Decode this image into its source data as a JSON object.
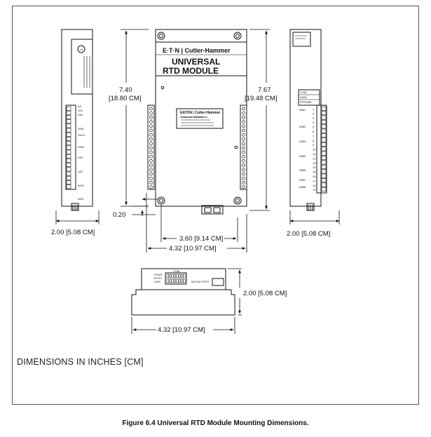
{
  "figure": {
    "caption": "Figure 6.4  Universal RTD Module Mounting Dimensions.",
    "units_note": "DIMENSIONS IN INCHES [CM]"
  },
  "front_view": {
    "brand": "E·T·N  |  Cutler-Hammer",
    "title_line1": "UNIVERSAL",
    "title_line2": "RTD MODULE",
    "label_line1": "EATON  |  Cutler-Hammer",
    "label_line2": "Customer Satisfaction"
  },
  "dimensions": {
    "height_left": "7.40",
    "height_left_cm": "[18.80  CM]",
    "height_right": "7.67",
    "height_right_cm": "[19.48  CM]",
    "left_side_width": "2.00  [5.08  CM]",
    "right_side_width": "2.00  [5.08  CM]",
    "hole_spacing": "3.60  [9.14  CM]",
    "front_width": "4.32  [10.97  CM]",
    "hole_offset": "0.20",
    "bottom_depth": "2.00  [5.08  CM]",
    "bottom_width": "4.32  [10.97  CM]"
  },
  "left_side_view": {
    "labels": [
      "AC",
      "120",
      "VAC",
      "GND",
      "AUX1",
      "GND",
      "LB2",
      "LB1",
      "WS2",
      "WS1"
    ]
  },
  "right_side_view": {
    "top_labels": [
      "COM",
      "DATA",
      "STROBE"
    ],
    "labels": [
      "WM1",
      "WM2",
      "WM3",
      "WM4",
      "WM5",
      "GND",
      "WM6"
    ],
    "terminal_numbers": [
      "1",
      "2",
      "3",
      "4",
      "5",
      "6",
      "7",
      "8",
      "9",
      "10",
      "11",
      "12",
      "13",
      "14",
      "15",
      "16",
      "17",
      "18",
      "19"
    ]
  },
  "bottom_view": {
    "labels": [
      "POER",
      "OPTIC",
      "LINK"
    ],
    "port_label": "INCOM  PORT",
    "header": "COM"
  }
}
